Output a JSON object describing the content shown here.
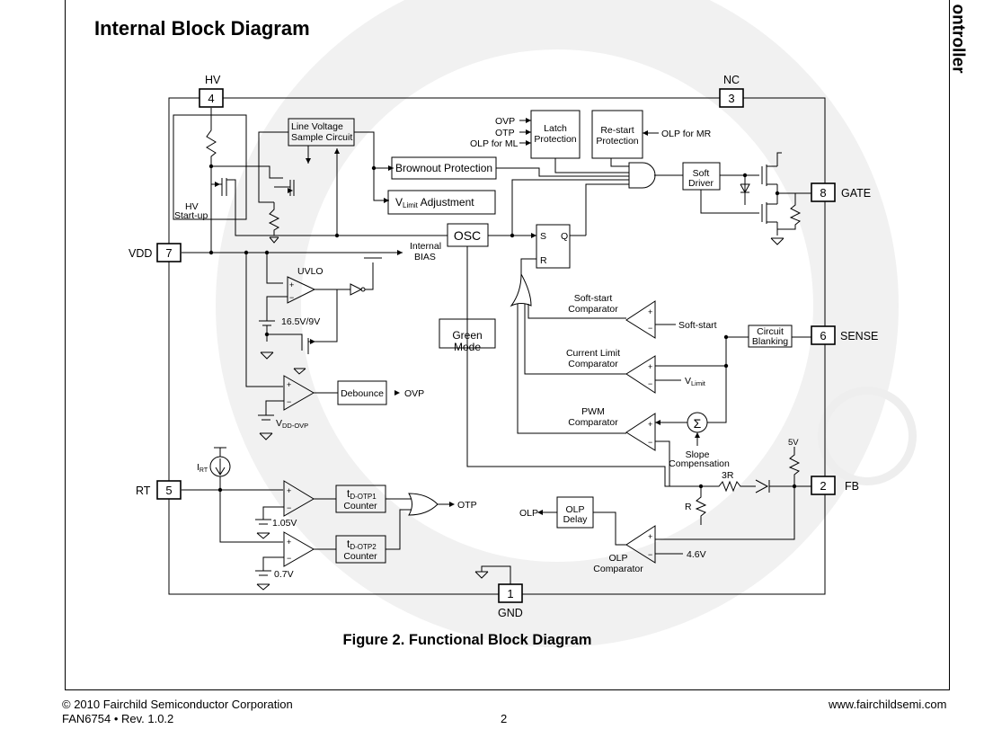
{
  "page": {
    "side_tab": "ontroller",
    "section_title": "Internal Block Diagram",
    "caption": "Figure 2.   Functional Block Diagram",
    "footer": {
      "copyright": "© 2010 Fairchild Semiconductor Corporation",
      "part_rev": "FAN6754 • Rev. 1.0.2",
      "page_number": "2",
      "website": "www.fairchildsemi.com"
    }
  },
  "pins": {
    "hv": {
      "num": "4",
      "label": "HV"
    },
    "nc": {
      "num": "3",
      "label": "NC"
    },
    "vdd": {
      "num": "7",
      "label": "VDD"
    },
    "rt": {
      "num": "5",
      "label": "RT"
    },
    "gnd": {
      "num": "1",
      "label": "GND"
    },
    "gate": {
      "num": "8",
      "label": "GATE"
    },
    "sense": {
      "num": "6",
      "label": "SENSE"
    },
    "fb": {
      "num": "2",
      "label": "FB"
    }
  },
  "blocks": {
    "line_voltage_1": "Line Voltage",
    "line_voltage_2": "Sample Circuit",
    "latch_1": "Latch",
    "latch_2": "Protection",
    "restart_1": "Re-start",
    "restart_2": "Protection",
    "brownout": "Brownout Protection",
    "vlimit_adj_v": "V",
    "vlimit_adj_sub": "Limit",
    "vlimit_adj_rest": " Adjustment",
    "osc": "OSC",
    "soft_driver_1": "Soft",
    "soft_driver_2": "Driver",
    "green_mode_1": "Green",
    "green_mode_2": "Mode",
    "circuit_blanking_1": "Circuit",
    "circuit_blanking_2": "Blanking",
    "debounce": "Debounce",
    "otp_counter1_t": "t",
    "otp_counter1_sub": "D-OTP1",
    "otp_counter2_sub": "D-OTP2",
    "counter": "Counter",
    "olp_delay_1": "OLP",
    "olp_delay_2": "Delay",
    "ff_s": "S",
    "ff_q": "Q",
    "ff_r": "R"
  },
  "labels": {
    "ovp_in": "OVP",
    "otp_in": "OTP",
    "olp_ml": "OLP for ML",
    "olp_mr": "OLP for MR",
    "internal": "Internal",
    "bias": "BIAS",
    "uvlo": "UVLO",
    "uvlo_th": "16.5V/9V",
    "hv_startup_1": "HV",
    "hv_startup_2": "Start-up",
    "vdd_ovp_v": "V",
    "vdd_ovp_sub": "DD-OVP",
    "ovp_out": "OVP",
    "softstart_cmp_1": "Soft-start",
    "softstart_cmp_2": "Comparator",
    "softstart": "Soft-start",
    "curlimit_cmp_1": "Current Limit",
    "curlimit_cmp_2": "Comparator",
    "vlimit_v": "V",
    "vlimit_sub": "Limit",
    "pwm_cmp_1": "PWM",
    "pwm_cmp_2": "Comparator",
    "slope_1": "Slope",
    "slope_2": "Compensation",
    "sigma": "Σ",
    "five_v": "5V",
    "three_r": "3R",
    "r": "R",
    "irt_i": "I",
    "irt_sub": "RT",
    "v105": "1.05V",
    "v07": "0.7V",
    "otp_out": "OTP",
    "olp_out": "OLP",
    "olp_cmp_1": "OLP",
    "olp_cmp_2": "Comparator",
    "v46": "4.6V",
    "plus": "+",
    "minus": "−"
  }
}
